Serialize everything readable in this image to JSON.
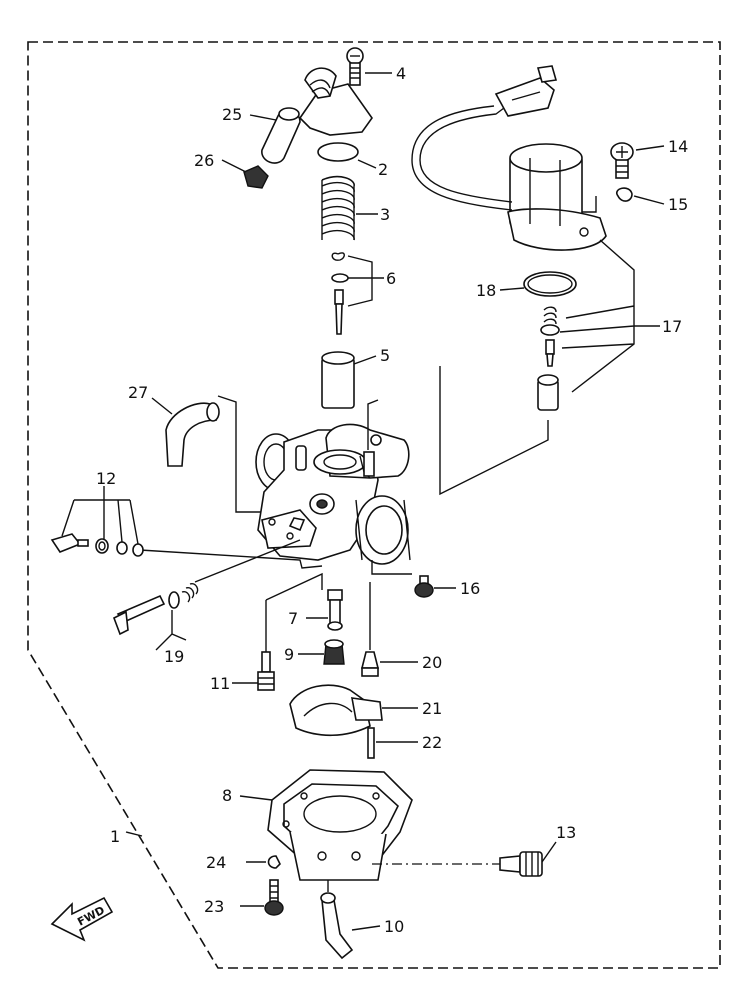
{
  "callouts": [
    "1",
    "2",
    "3",
    "4",
    "5",
    "6",
    "7",
    "8",
    "9",
    "10",
    "11",
    "12",
    "13",
    "14",
    "15",
    "16",
    "17",
    "18",
    "19",
    "20",
    "21",
    "22",
    "23",
    "24",
    "25",
    "26",
    "27"
  ],
  "fwd_label": "FWD"
}
